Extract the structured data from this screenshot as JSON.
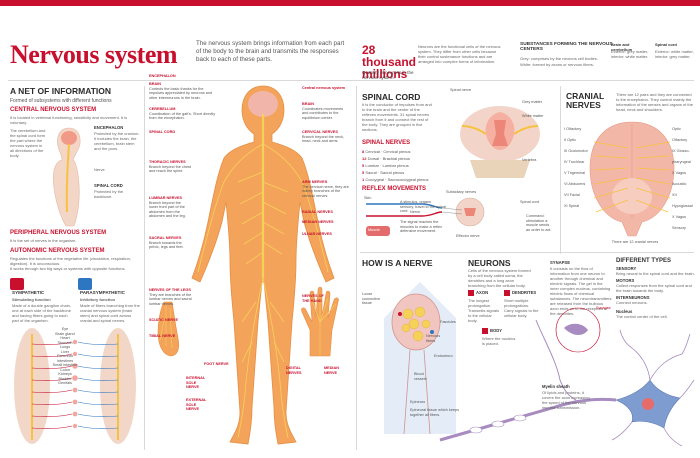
{
  "header": {
    "title": "Nervous system",
    "intro": "The nervous system brings information from each part of the body to the brain and transmits the responses back to each of these parts.",
    "stat_number": "28 thousand millions",
    "stat_caption": "Quantity of neurons in the nervous system.",
    "neurons_note": "Neurons are the functional cells of the nervous system. They differ from other cells because their control sustenance functions and are arranged into complex forms of information.",
    "substances_title": "SUBSTANCES FORMING THE NERVOUS CENTERS",
    "substances_grey": "Grey: comprises by the neurons cell bodies.",
    "substances_white": "White: formed by axons or nervous fibers.",
    "brain_cerebellum_head": "Brain and cerebellum",
    "brain_cerebellum_text": "Exterior: grey matter, interior: white matter.",
    "spinal_cord_head": "Spinal cord",
    "spinal_cord_text": "Exterior: white matter, interior: grey matter."
  },
  "left_column": {
    "network_title": "A NET OF INFORMATION",
    "network_sub": "Formed of subsystems with different functions",
    "cns_title": "CENTRAL NERVOUS SYSTEM",
    "cns_text": "It is located in vertebral functioning, sensitivity and movement. It is voluntary.",
    "cns_note": "The cerebellum and the spinal cord form the part where the nervous system in all directions of the body.",
    "encephalon_label": "ENCEPHALON",
    "encephalon_text": "Protected by the cranium. It includes the brain, the cerebellum, brain stem and the pons.",
    "nerve_label": "Nerve",
    "spinal_cord_label": "SPINAL CORD",
    "spinal_cord_text": "Protected by the backbone.",
    "pns_title": "PERIPHERAL NERVOUS SYSTEM",
    "pns_text": "It is the set of nerves in the organism.",
    "ans_title": "AUTONOMIC NERVOUS SYSTEM",
    "ans_text": "Regulates the functions of the vegetative life (circulation, respiration, digestion). It is unconscious.",
    "ans_text2": "It works through two big ways or systems with opposite functions.",
    "sympathetic_title": "SYMPATHETIC",
    "sympathetic_sub": "Stimulating function",
    "sympathetic_text": "Made of a double ganglion chain, one at each side of the backbone and having fibers going to each part of the organism.",
    "parasympathetic_title": "PARASYMPATHETIC",
    "parasympathetic_sub": "Inhibitory function",
    "parasympathetic_text": "Made of fibers branching from the cranial nervous system (brain stem) and spinal cord across cranial and spinal nerves.",
    "diagram_labels": [
      "Eye",
      "Brain gland",
      "Heart",
      "Stomach",
      "Lungs",
      "Liver",
      "Pancreas",
      "Intestines",
      "Small intestine",
      "Colon",
      "Kidneys",
      "Bladder",
      "Genitals"
    ]
  },
  "body_figure": {
    "left_labels": [
      {
        "head": "ENCEPHALON",
        "text": ""
      },
      {
        "head": "BRAIN",
        "text": "Controls the basic thanks for the impulses appreciated by neurons and other interneurons in the brain."
      },
      {
        "head": "CEREBELLUM",
        "text": "Coordination of the gait's. Short directly from the encephalon."
      },
      {
        "head": "SPINAL CORD",
        "text": ""
      },
      {
        "head": "THORACIC NERVES",
        "text": "Branch beyond the chest and reach the spine."
      },
      {
        "head": "LUMBAR NERVES",
        "text": "Branch beyond the lower front part of the abdomen from the abdomen and the leg."
      },
      {
        "head": "SACRAL NERVES",
        "text": "Branch towards the pelvic, legs and feet."
      },
      {
        "head": "NERVES OF THE LEGS",
        "text": "They are branches of the lumbar nerves and sacral lumbar nerves."
      },
      {
        "head": "SCIATIC NERVE",
        "text": ""
      },
      {
        "head": "TIBIAL NERVE",
        "text": ""
      },
      {
        "head": "FOOT NERVE",
        "text": ""
      },
      {
        "head": "INTERNAL SOLE NERVE",
        "text": ""
      },
      {
        "head": "EXTERNAL SOLE NERVE",
        "text": ""
      }
    ],
    "right_labels": [
      {
        "head": "Central nervous system",
        "text": ""
      },
      {
        "head": "BRAIN",
        "text": "Coordinates movements and contributes to the equilibrium center."
      },
      {
        "head": "CERVICAL NERVES",
        "text": "Branch beyond the neck, head, neck and arms."
      },
      {
        "head": "ARM NERVES",
        "text": "The cervical nerve, they are mainly branches of the cervical nerves."
      },
      {
        "head": "RADIAL NERVES",
        "text": ""
      },
      {
        "head": "MEDIAN NERVES",
        "text": ""
      },
      {
        "head": "ULNAR NERVES",
        "text": ""
      },
      {
        "head": "NERVES OF THE HAND",
        "text": ""
      },
      {
        "head": "DIGITAL NERVES",
        "text": ""
      },
      {
        "head": "MEDIAN NERVE",
        "text": ""
      }
    ]
  },
  "spinal_section": {
    "title": "SPINAL CORD",
    "text": "It is the conductor of impulses from and to the brain and the center of the reflexes movements. 31 spinal nerves branch from it and connect the rest of the body. They are grouped in five sections.",
    "spinal_nerves_title": "SPINAL NERVES",
    "nerve_groups": [
      {
        "count": "8",
        "name": "Cervical",
        "desc": "Cervical plexus"
      },
      {
        "count": "12",
        "name": "Dorsal",
        "desc": "Brachial plexus"
      },
      {
        "count": "5",
        "name": "Lumbar",
        "desc": "Lumbar plexus"
      },
      {
        "count": "5",
        "name": "Sacral",
        "desc": "Sacral plexus"
      },
      {
        "count": "1",
        "name": "Coccygeal",
        "desc": "Sacrococcygeal plexus"
      }
    ],
    "cord_labels": [
      "Spinal nerve",
      "Grey matter",
      "White matter",
      "Vertebra",
      "Spinal cord"
    ],
    "reflex_title": "REFLEX MOVEMENTS",
    "reflex_labels": [
      "Skin",
      "Subsidiary nerves",
      "Nerve",
      "Spinal cord",
      "Muscle",
      "Effector nerve"
    ],
    "reflex_steps": [
      "A stimulus, organs sensory, travel to the spinal cord.",
      "The signal reaches the muscles to make a reflex defensive movement.",
      "Command: stimulation a muscle sends an order to act."
    ]
  },
  "cranial_section": {
    "title": "CRANIAL NERVES",
    "text": "There are 12 pairs and they are connected to the encephalon. They control mainly the information of the senses and organs of the head, neck and shoulders.",
    "left_nerves": [
      "I Olfactory",
      "II Optic",
      "III Oculomotor",
      "IV Trochlear",
      "V Trigeminal",
      "VI Abducens",
      "VII Facial",
      "XI Spinal"
    ],
    "right_nerves": [
      "Optic",
      "Olfactory",
      "IX Glosso-pharyngeal",
      "X Vagus",
      "Acoustic",
      "XII Hypoglossal",
      "X Vagus",
      "Sensory"
    ],
    "bottom_text": "There are 12 cranial nerves"
  },
  "nerve_section": {
    "title": "HOW IS A NERVE",
    "labels": [
      "Loose connective tissue",
      "Fascicles",
      "Nervous fibers",
      "Endoneuro",
      "Blood vessels",
      "Epineuro"
    ],
    "bottom_caption": "Epineural tissue which keeps together all fibers."
  },
  "neuron_section": {
    "title": "NEURONS",
    "text": "Cells of the nervous system formed by a cell body called soma, the dendrites and a long axon branching from the cellular body.",
    "axon_title": "AXON",
    "axon_text": "The longest prolongation. Transmits signals to the cellular body.",
    "dendrite_title": "DENDRITES",
    "dendrite_text": "Short multiple prolongations. Carry signals to the cellular body.",
    "body_title": "BODY",
    "body_text": "Where the nucleus is placed.",
    "synapse_title": "SYNAPSE",
    "synapse_text": "It consists on the flow of information from one neuron to another through chemical and electric signals. The gel in the inner complex nucleus, containing electric flows of chemical substances. The neurotransmitters are released from the bulbous axon ends on to the receptors of the dendrites.",
    "myelin_title": "Myelin sheath",
    "myelin_text": "Of lipids and proteins, it covers the axon increasing the speed of the nervous impulse transmission.",
    "synapse_label": "Synapse",
    "types_title": "DIFFERENT TYPES",
    "sensory_title": "SENSORY",
    "sensory_text": "Bring neural to the spinal cord and the brain.",
    "motor_title": "MOTORS",
    "motor_text": "Collect responses from the spinal cord and the brain towards the body.",
    "inter_title": "INTERNEURONS",
    "inter_text": "Connect neurons.",
    "nucleus_label": "Nucleus",
    "nucleus_text": "The control center of the cell."
  },
  "colors": {
    "accent": "#c8102e",
    "skin": "#f4a35a",
    "brain": "#f5b5a5",
    "nerve_yellow": "#f1c85a",
    "neuron_blue": "#7e9ccf",
    "neuron_purple": "#a88bc0"
  }
}
